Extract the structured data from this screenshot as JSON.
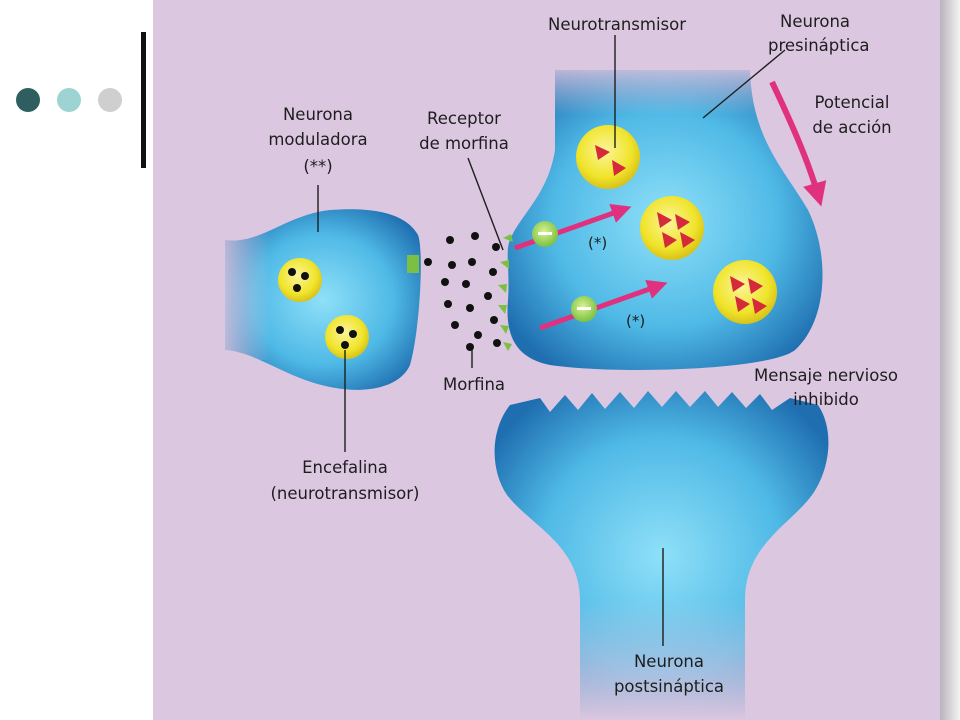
{
  "slide": {
    "dots": [
      {
        "name": "dot-dark-teal",
        "color": "#2f5e61"
      },
      {
        "name": "dot-light-teal",
        "color": "#9dd3d3"
      },
      {
        "name": "dot-gray",
        "color": "#cfcfcf"
      }
    ]
  },
  "colors": {
    "panel_bg": "#dcc7e0",
    "neuron_blue": "#58c4ea",
    "neuron_dark": "#1f78b8",
    "vesicle_yellow": "#f0e42a",
    "arrow_magenta": "#e0317f",
    "triangle_red": "#d52a3a",
    "receptor_green": "#7bc043"
  },
  "labels": {
    "neurotransmisor": "Neurotransmisor",
    "presinaptica_1": "Neurona",
    "presinaptica_2": "presináptica",
    "potencial_1": "Potencial",
    "potencial_2": "de acción",
    "moduladora_1": "Neurona",
    "moduladora_2": "moduladora",
    "moduladora_3": "(**)",
    "receptor_1": "Receptor",
    "receptor_2": "de morfina",
    "asterisk_1": "(*)",
    "asterisk_2": "(*)",
    "morfina": "Morfina",
    "mensaje_1": "Mensaje nervioso",
    "mensaje_2": "inhibido",
    "encefalina_1": "Encefalina",
    "encefalina_2": "(neurotransmisor)",
    "postsinaptica_1": "Neurona",
    "postsinaptica_2": "postsináptica"
  }
}
